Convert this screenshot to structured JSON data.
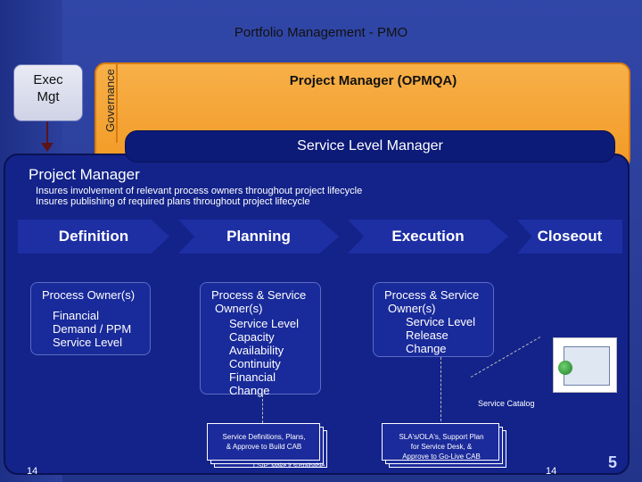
{
  "header": {
    "title": "Portfolio Management - PMO"
  },
  "exec": {
    "line1": "Exec",
    "line2": "Mgt"
  },
  "governance": {
    "label": "Governance",
    "project_manager_opmqa": "Project Manager (OPMQA)"
  },
  "service_level_manager": "Service Level Manager",
  "project_manager": {
    "heading": "Project Manager",
    "bullets": [
      "Insures involvement of relevant process owners throughout project lifecycle",
      "Insures publishing of required plans throughout project lifecycle"
    ]
  },
  "phases": [
    "Definition",
    "Planning",
    "Execution",
    "Closeout"
  ],
  "owners": {
    "definition": {
      "title": "Process Owner(s)",
      "items": [
        "Financial",
        "Demand / PPM",
        "Service Level"
      ]
    },
    "planning": {
      "title_line1": "Process & Service",
      "title_line2": "Owner(s)",
      "items": [
        "Service Level",
        "Capacity",
        "Availability",
        "Continuity",
        "Financial",
        "Change"
      ]
    },
    "execution": {
      "title_line1": "Process & Service",
      "title_line2": "Owner(s)",
      "items": [
        "Service Level",
        "Release",
        "Change"
      ]
    }
  },
  "catalog": {
    "label": "Service Catalog",
    "icon": "service-catalog-screenshot"
  },
  "deliverables": {
    "planning_line1": "Service Definitions, Plans,",
    "planning_line2": "& Approve to Build CAB",
    "execution_line1": "SLA's/OLA's, Support Plan",
    "execution_line2": "for Service Desk, &",
    "execution_line3": "Approve to Go-Live CAB"
  },
  "footer": {
    "page_left": "14",
    "page_right": "14",
    "note": "CSIP: Make it sustainable",
    "corner": "5"
  },
  "colors": {
    "orange": "#f29a25",
    "navy": "#0c1a78",
    "blue_bg": "#2b3f9c",
    "phase_blue": "#1e2fa4"
  }
}
